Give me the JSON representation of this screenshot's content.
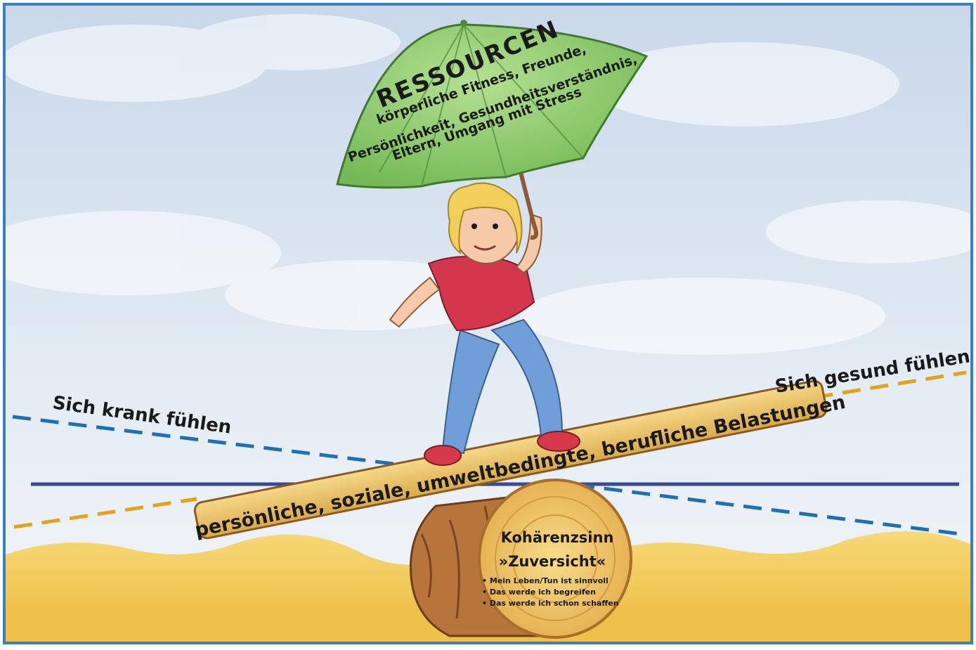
{
  "umbrella": {
    "title": "RESSOURCEN",
    "lines": [
      "körperliche Fitness, Freunde,",
      "Persönlichkeit, Gesundheitsverständnis,",
      "Eltern, Umgang mit Stress"
    ]
  },
  "labels": {
    "healthy": "Sich gesund fühlen",
    "sick": "Sich krank fühlen"
  },
  "plank": {
    "text": "persönliche, soziale, umweltbedingte, berufliche Belastungen"
  },
  "log": {
    "title": "Kohärenzsinn",
    "subtitle": "»Zuversicht«",
    "bullets": [
      "• Mein Leben/Tun ist sinnvoll",
      "• Das werde ich begreifen",
      "• Das werde ich schon schaffen"
    ]
  },
  "colors": {
    "frame": "#3a7fc1",
    "sick_line": "#1f6fb5",
    "healthy_line": "#e3a21a",
    "horizon_line": "#3c4a8f",
    "umbrella": "#8ccb6a",
    "plank": "#efc765",
    "log_face": "#f2cf73",
    "sand": "#f0c14a",
    "sky": "#dfe9f3"
  }
}
